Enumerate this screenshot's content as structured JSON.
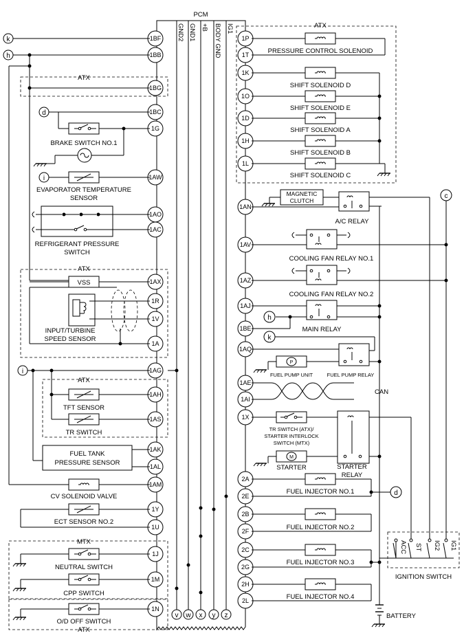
{
  "pcm": {
    "title": "PCM",
    "bus": [
      "GND2",
      "GND1",
      "+B",
      "BODY GND",
      "IG1"
    ],
    "bottom_terminals": [
      "v",
      "w",
      "x",
      "y",
      "z"
    ]
  },
  "left_pins": [
    "1BF",
    "1BB",
    "1BG",
    "1BC",
    "1G",
    "1AW",
    "1AO",
    "1AC",
    "1AX",
    "1R",
    "1V",
    "1A",
    "1AG",
    "1AH",
    "1AS",
    "1AK",
    "1AL",
    "1AM",
    "1Y",
    "1U",
    "1J",
    "1M",
    "1N"
  ],
  "right_pins": [
    "1P",
    "1T",
    "1K",
    "1O",
    "1D",
    "1H",
    "1L",
    "1AN",
    "1AV",
    "1AZ",
    "1AJ",
    "1BE",
    "1AQ",
    "1AE",
    "1AI",
    "1X",
    "2A",
    "2E",
    "2B",
    "2F",
    "2C",
    "2G",
    "2H",
    "2L"
  ],
  "connectors": {
    "k": "k",
    "h": "h",
    "d": "d",
    "i": "i",
    "c": "c"
  },
  "left_labels": {
    "atx": "ATX",
    "mtx": "MTX",
    "brake_switch": "BRAKE SWITCH NO.1",
    "evap_sensor": [
      "EVAPORATOR TEMPERATURE",
      "SENSOR"
    ],
    "refrigerant_switch": [
      "REFRIGERANT PRESSURE",
      "SWITCH"
    ],
    "vss": "VSS",
    "input_turbine": [
      "INPUT/TURBINE",
      "SPEED SENSOR"
    ],
    "tft_sensor": "TFT SENSOR",
    "tr_switch": "TR SWITCH",
    "fuel_tank_sensor": [
      "FUEL TANK",
      "PRESSURE SENSOR"
    ],
    "cv_solenoid": "CV SOLENOID VALVE",
    "ect_sensor": "ECT SENSOR NO.2",
    "neutral_switch": "NEUTRAL SWITCH",
    "cpp_switch": "CPP SWITCH",
    "od_off_switch": "O/D OFF SWITCH"
  },
  "right_labels": {
    "atx": "ATX",
    "pressure_control": "PRESSURE CONTROL SOLENOID",
    "shift_d": "SHIFT SOLENOID D",
    "shift_e": "SHIFT SOLENOID E",
    "shift_a": "SHIFT SOLENOID A",
    "shift_b": "SHIFT SOLENOID B",
    "shift_c": "SHIFT SOLENOID C",
    "magnetic_clutch": [
      "MAGNETIC",
      "CLUTCH"
    ],
    "ac_relay": "A/C RELAY",
    "cooling_fan_1": "COOLING FAN RELAY NO.1",
    "cooling_fan_2": "COOLING FAN RELAY NO.2",
    "main_relay": "MAIN RELAY",
    "fuel_pump_unit": "FUEL PUMP UNIT",
    "fuel_pump_relay": "FUEL PUMP RELAY",
    "can": "CAN",
    "tr_starter": [
      "TR SWITCH (ATX)/",
      "STARTER INTERLOCK",
      "SWITCH (MTX)"
    ],
    "starter": "STARTER",
    "starter_relay": [
      "STARTER",
      "RELAY"
    ],
    "injector_1": "FUEL INJECTOR NO.1",
    "injector_2": "FUEL INJECTOR NO.2",
    "injector_3": "FUEL INJECTOR NO.3",
    "injector_4": "FUEL INJECTOR NO.4",
    "ignition_switch": "IGNITION SWITCH",
    "ignition_terminals": [
      "ACC",
      "ST",
      "IG2",
      "IG1"
    ],
    "battery": "BATTERY"
  }
}
